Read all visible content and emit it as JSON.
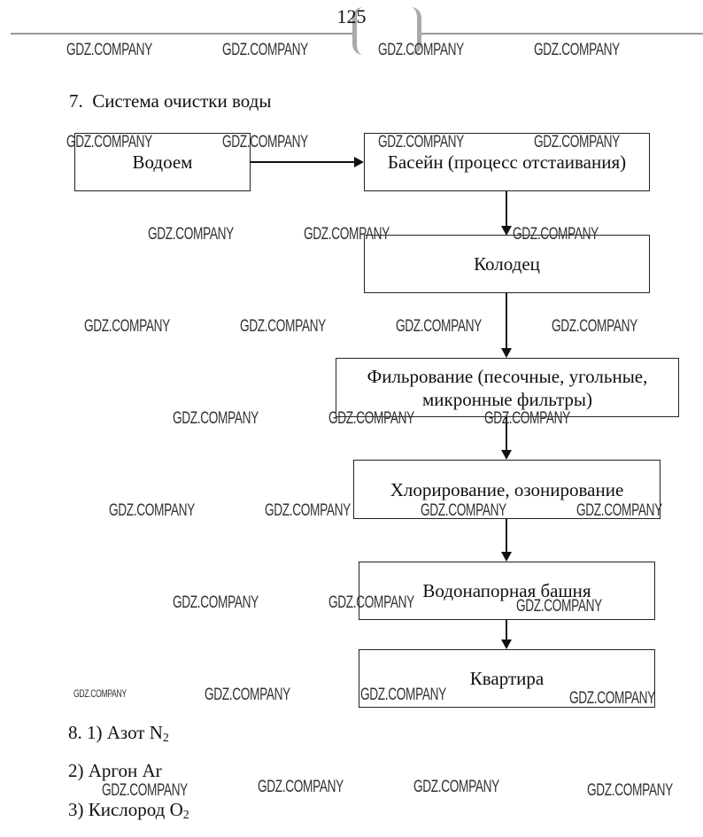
{
  "header": {
    "page_number": "125"
  },
  "watermark": "GDZ.COMPANY",
  "task7": {
    "heading": "7.  Система очистки воды",
    "boxes": [
      {
        "label": "Водоем"
      },
      {
        "label": "Басейн (процесс отстаивания)"
      },
      {
        "label": "Колодец"
      },
      {
        "label_line1": "Фильрование (песочные, угольные,",
        "label_line2": "микронные фильтры)"
      },
      {
        "label": "Хлорирование, озонирование"
      },
      {
        "label": "Водонапорная башня"
      },
      {
        "label": "Квартира"
      }
    ]
  },
  "task8": {
    "items": [
      {
        "text": "8. 1) Азот N",
        "sub": "2"
      },
      {
        "text": "2) Аргон Ar",
        "sub": ""
      },
      {
        "text": "3) Кислород O",
        "sub": "2"
      }
    ]
  }
}
